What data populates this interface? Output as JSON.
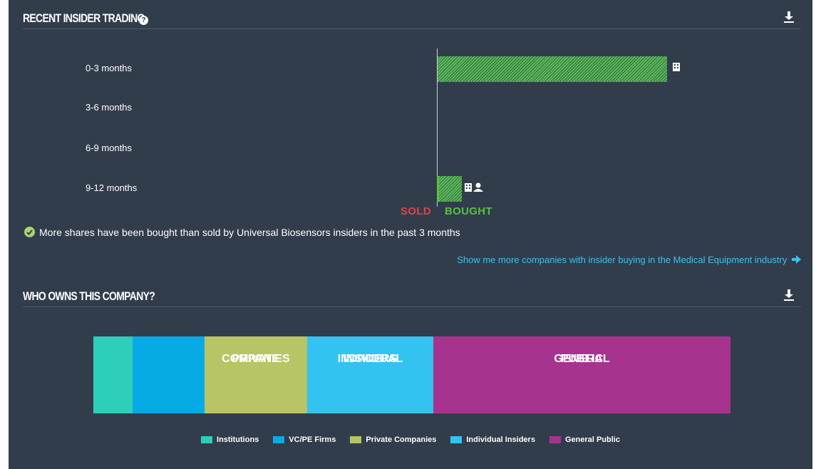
{
  "insider": {
    "title": "RECENT INSIDER TRADING",
    "help_icon": "?",
    "rows": [
      {
        "label": "0-3 months",
        "bought_fraction": 1.0
      },
      {
        "label": "3-6 months",
        "bought_fraction": 0
      },
      {
        "label": "6-9 months",
        "bought_fraction": 0
      },
      {
        "label": "9-12 months",
        "bought_fraction": 0.1
      }
    ],
    "sold_label": "SOLD",
    "bought_label": "BOUGHT",
    "summary": "More shares have been bought than sold by Universal Biosensors insiders in the past 3 months",
    "link": "Show me more companies with insider buying in the Medical Equipment industry",
    "icons": {
      "company": "building-icon",
      "person": "person-icon",
      "download": "download-icon",
      "check": "check-circle-icon",
      "arrow": "arrow-right-icon"
    }
  },
  "ownership": {
    "title": "WHO OWNS THIS COMPANY?",
    "segments": [
      {
        "key": "institutions",
        "line1": "",
        "line2": "",
        "fraction": 0.062,
        "color": "#2ecfb9"
      },
      {
        "key": "vc",
        "line1": "",
        "line2": "",
        "fraction": 0.113,
        "color": "#06abe6"
      },
      {
        "key": "private",
        "line1": "PRIVATE",
        "line2": "COMPANIES",
        "fraction": 0.161,
        "color": "#b8c466"
      },
      {
        "key": "individual",
        "line1": "INDIVIDUAL",
        "line2": "INSIDERS",
        "fraction": 0.198,
        "color": "#34c3f0"
      },
      {
        "key": "public",
        "line1": "GENERAL",
        "line2": "PUBLIC",
        "fraction": 0.466,
        "color": "#a6348f"
      }
    ],
    "legend": [
      {
        "label": "Institutions",
        "color": "#2ecfb9"
      },
      {
        "label": "VC/PE Firms",
        "color": "#06abe6"
      },
      {
        "label": "Private Companies",
        "color": "#b8c466"
      },
      {
        "label": "Individual Insiders",
        "color": "#34c3f0"
      },
      {
        "label": "General Public",
        "color": "#a6348f"
      }
    ]
  }
}
